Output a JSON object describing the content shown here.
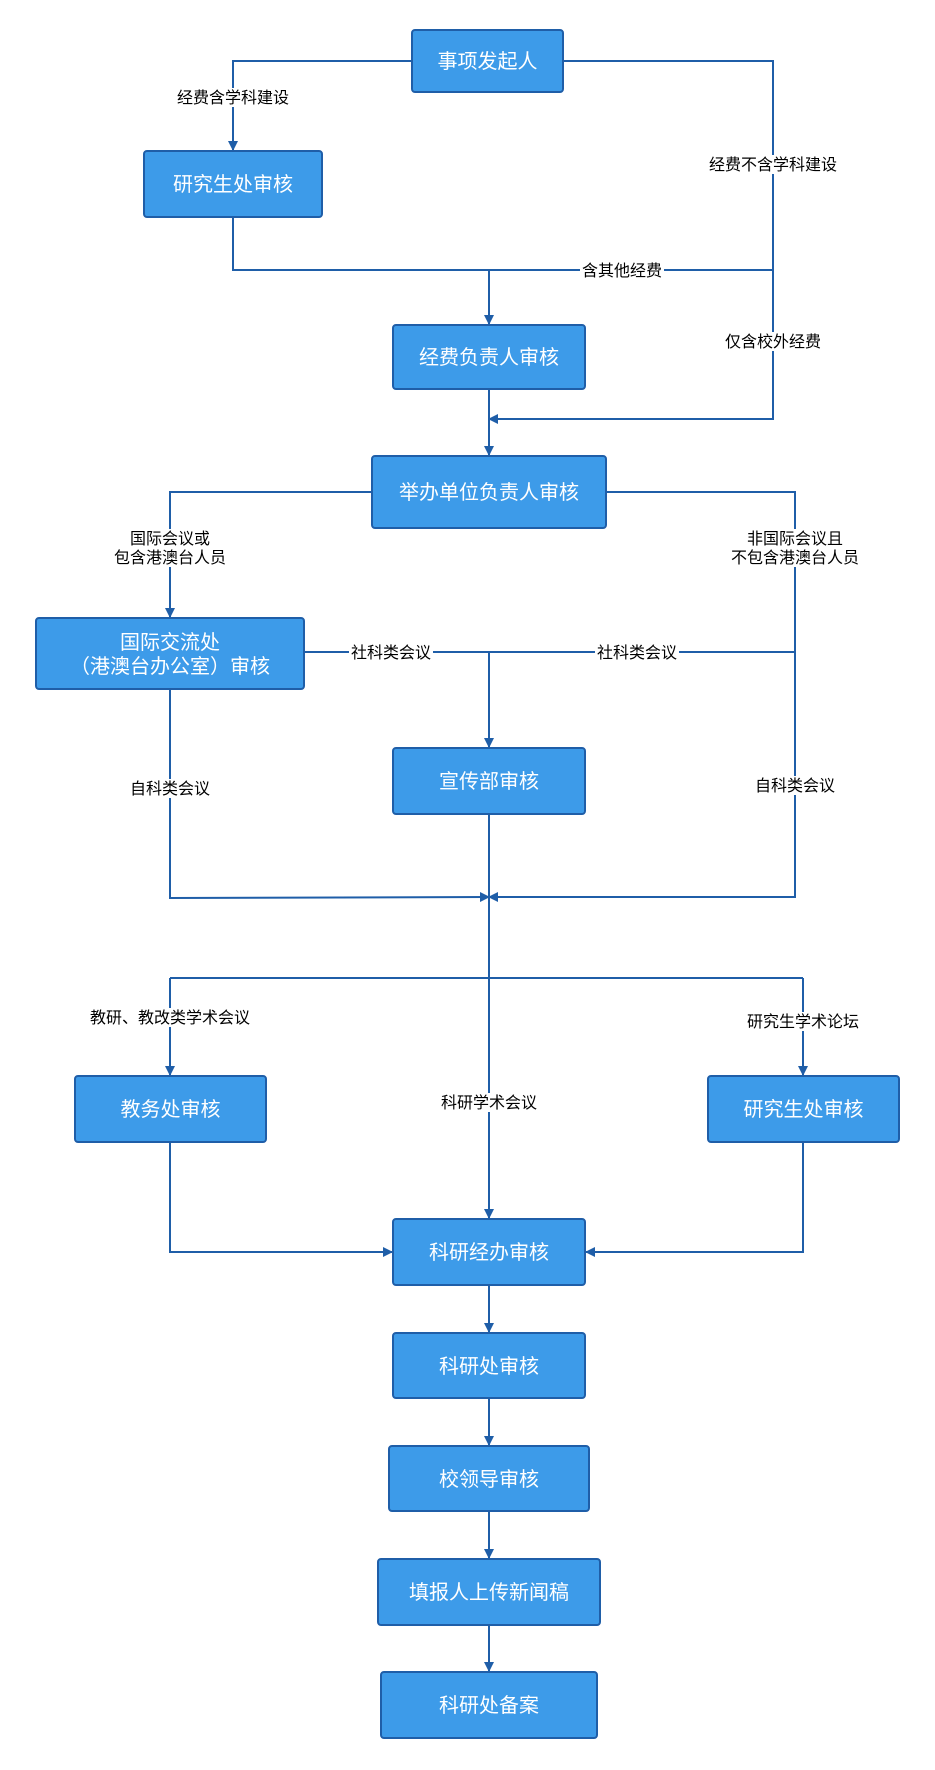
{
  "nodes": {
    "initiator": "事项发起人",
    "grad_office_top": "研究生处审核",
    "fund_owner": "经费负责人审核",
    "host_unit": "举办单位负责人审核",
    "intl_office_line1": "国际交流处",
    "intl_office_line2": "（港澳台办公室）审核",
    "propaganda": "宣传部审核",
    "academic_affairs": "教务处审核",
    "grad_office_bottom": "研究生处审核",
    "research_funding": "科研经办审核",
    "research_office": "科研处审核",
    "school_leader": "校领导审核",
    "upload_news": "填报人上传新闻稿",
    "research_record": "科研处备案"
  },
  "labels": {
    "fund_with_discipline": "经费含学科建设",
    "fund_without_discipline": "经费不含学科建设",
    "other_funds": "含其他经费",
    "only_external_funds": "仅含校外经费",
    "intl_or_hmt": "国际会议或\n包含港澳台人员",
    "non_intl_no_hmt": "非国际会议且\n不包含港澳台人员",
    "social_science_left": "社科类会议",
    "social_science_right": "社科类会议",
    "natural_science_left": "自科类会议",
    "natural_science_right": "自科类会议",
    "teaching_research": "教研、教改类学术会议",
    "research_academic": "科研学术会议",
    "grad_forum": "研究生学术论坛"
  },
  "colors": {
    "node_fill": "#3d9be9",
    "node_border": "#1f5ea8",
    "edge": "#1f5ea8",
    "node_text": "#ffffff",
    "label_text": "#000000"
  }
}
